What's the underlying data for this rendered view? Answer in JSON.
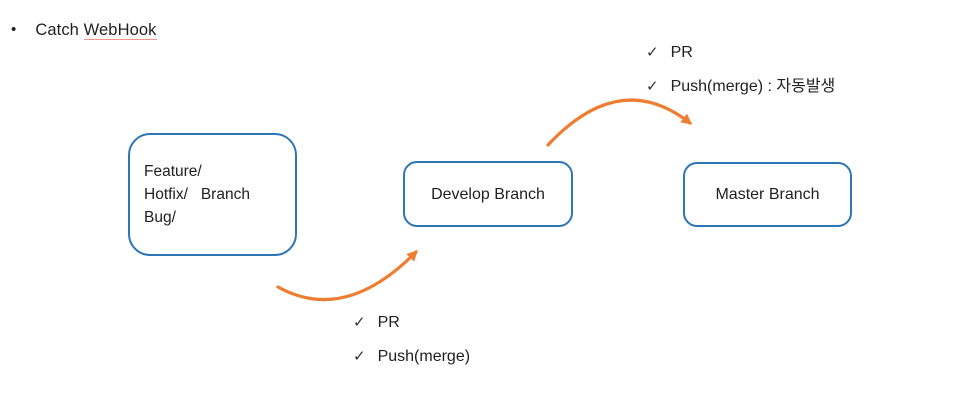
{
  "glyphs": {
    "bullet": "•",
    "check": "✓"
  },
  "colors": {
    "box_border": "#2E75B6",
    "arrow": "#ED7D31",
    "text": "#212121",
    "spellcheck_underline": "#F0948C"
  },
  "title": {
    "prefix": "Catch ",
    "underlined_word": "WebHook"
  },
  "boxes": {
    "feature": {
      "text": "Feature/\nHotfix/   Branch\nBug/"
    },
    "develop": {
      "label": "Develop Branch"
    },
    "master": {
      "label": "Master Branch"
    }
  },
  "annotations": {
    "develop_to_master": {
      "items": [
        "PR",
        "Push(merge) : 자동발생"
      ]
    },
    "feature_to_develop": {
      "items": [
        "PR",
        "Push(merge)"
      ]
    }
  }
}
